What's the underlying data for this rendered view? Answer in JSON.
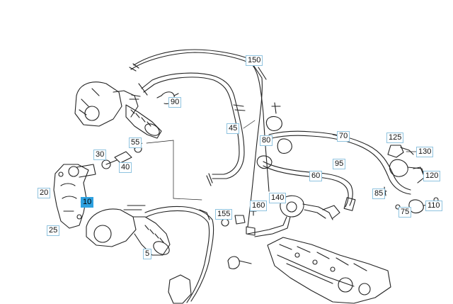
{
  "callouts": [
    {
      "id": "150",
      "label": "150"
    },
    {
      "id": "90",
      "label": "90"
    },
    {
      "id": "45",
      "label": "45"
    },
    {
      "id": "70",
      "label": "70"
    },
    {
      "id": "80",
      "label": "80"
    },
    {
      "id": "125",
      "label": "125"
    },
    {
      "id": "130",
      "label": "130"
    },
    {
      "id": "55",
      "label": "55"
    },
    {
      "id": "30",
      "label": "30"
    },
    {
      "id": "40",
      "label": "40"
    },
    {
      "id": "95",
      "label": "95"
    },
    {
      "id": "60",
      "label": "60"
    },
    {
      "id": "120",
      "label": "120"
    },
    {
      "id": "20",
      "label": "20"
    },
    {
      "id": "10",
      "label": "10",
      "selected": true
    },
    {
      "id": "140",
      "label": "140"
    },
    {
      "id": "85",
      "label": "85"
    },
    {
      "id": "155",
      "label": "155"
    },
    {
      "id": "160",
      "label": "160"
    },
    {
      "id": "75",
      "label": "75"
    },
    {
      "id": "110",
      "label": "110"
    },
    {
      "id": "25",
      "label": "25"
    },
    {
      "id": "5",
      "label": "5"
    }
  ],
  "colors": {
    "line": "#222222",
    "callout_border": "#8fc3df",
    "callout_selected": "#2ea1e0"
  }
}
